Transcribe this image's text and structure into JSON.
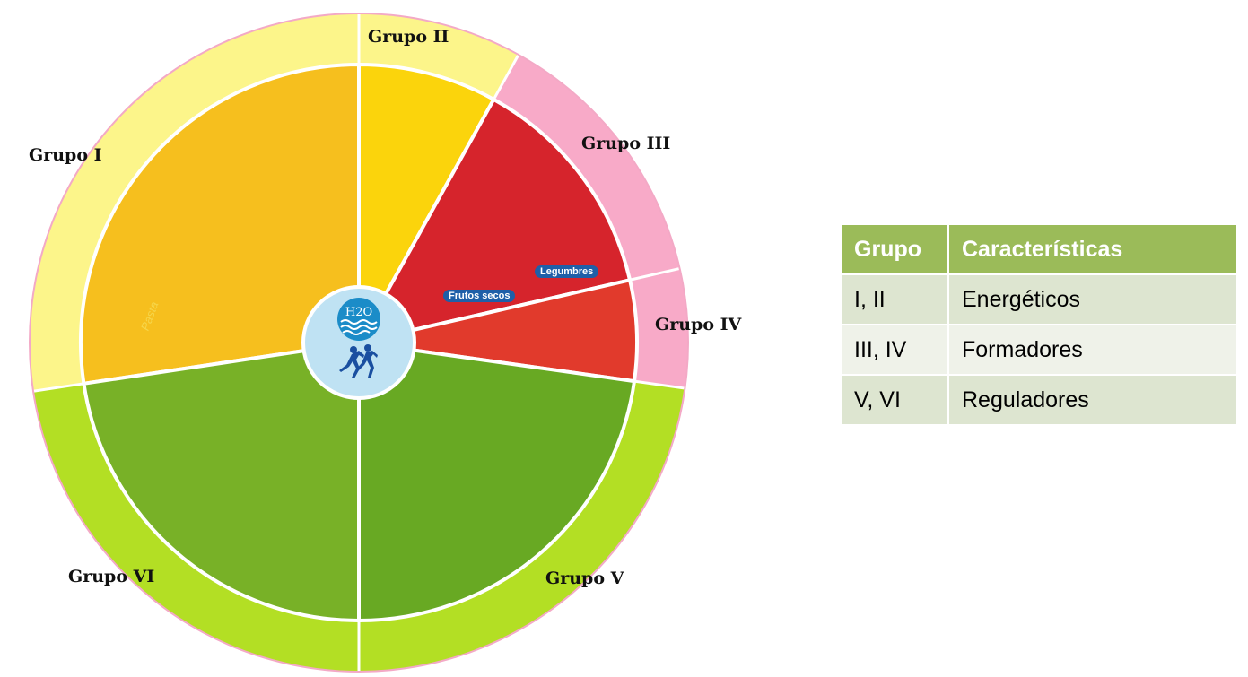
{
  "diagram": {
    "groups": [
      {
        "label": "Grupo I",
        "outer_color": "#fcf58a",
        "inner_color": "#f6bf1e"
      },
      {
        "label": "Grupo II",
        "outer_color": "#fcf58a",
        "inner_color": "#fbd40c"
      },
      {
        "label": "Grupo III",
        "outer_color": "#f8aac8",
        "inner_color": "#d6242c"
      },
      {
        "label": "Grupo IV",
        "outer_color": "#f8aac8",
        "inner_color": "#e13a2c"
      },
      {
        "label": "Grupo V",
        "outer_color": "#b3df24",
        "inner_color": "#68a923"
      },
      {
        "label": "Grupo VI",
        "outer_color": "#b3df24",
        "inner_color": "#78b127"
      }
    ],
    "center": {
      "water_label": "H2O",
      "color": "#bfe2f3",
      "icon_color": "#1a4fa0"
    },
    "food_labels": {
      "legumbres": "Legumbres",
      "frutos_secos": "Frutos secos",
      "pasta": "Pasta"
    }
  },
  "table": {
    "headers": [
      "Grupo",
      "Características"
    ],
    "rows": [
      [
        "I, II",
        "Energéticos"
      ],
      [
        "III, IV",
        "Formadores"
      ],
      [
        "V, VI",
        "Reguladores"
      ]
    ],
    "header_color": "#9bbb59"
  }
}
